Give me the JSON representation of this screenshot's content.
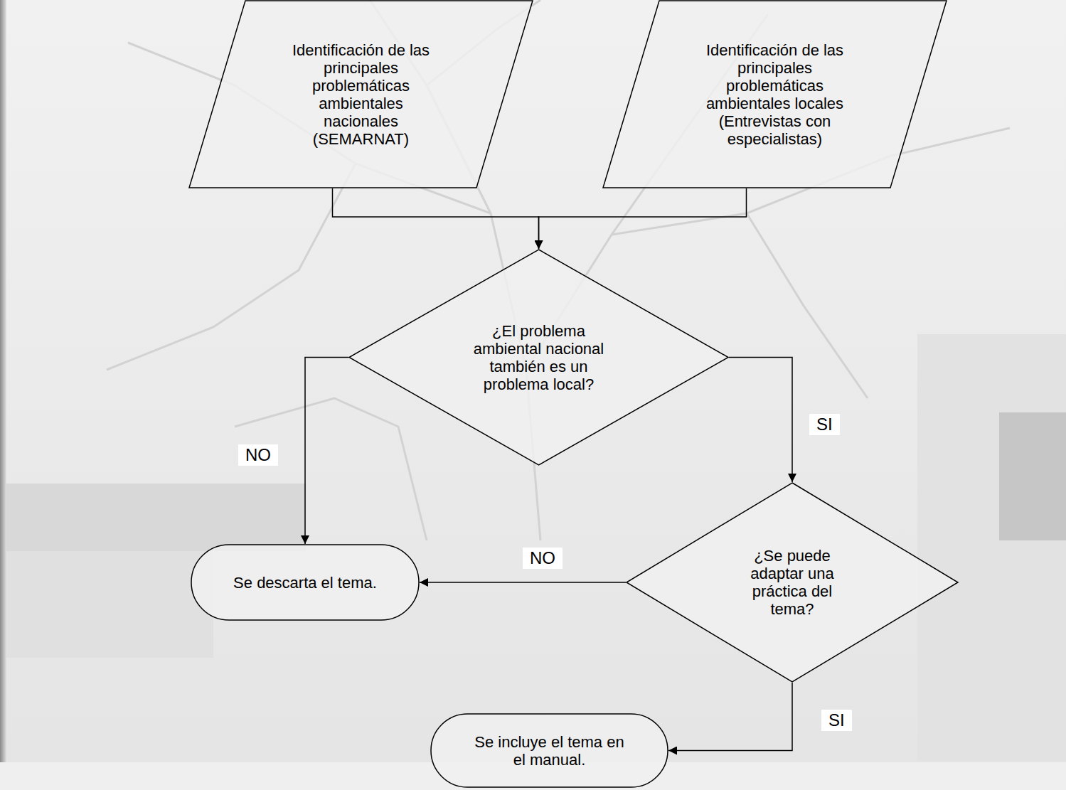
{
  "diagram": {
    "nodes": [
      {
        "text": [
          "Identificación de las principales problemáticas ambientales nacionales (SEMARNAT)"
        ]
      },
      {
        "text": [
          "Identificación de las principales problemáticas ambientales locales (Entrevistas con especialistas)"
        ]
      },
      {
        "text": [
          "¿El problema ambiental nacional también es un problema local?"
        ]
      },
      {
        "text": [
          "¿Se puede adaptar una práctica del tema?"
        ]
      },
      {
        "text": [
          "Se descarta el tema."
        ]
      },
      {
        "text": [
          "Se incluye el tema en el manual."
        ]
      }
    ],
    "edges": [
      {
        "from": 0,
        "to": 2,
        "arrow": "to"
      },
      {
        "from": 1,
        "to": 2,
        "arrow": "to"
      },
      {
        "from": 2,
        "to": 4,
        "label": "NO",
        "arrow": "to"
      },
      {
        "from": 2,
        "to": 3,
        "label": "SI",
        "arrow": "to"
      },
      {
        "from": 3,
        "to": 4,
        "label": "NO",
        "arrow": "to"
      },
      {
        "from": 3,
        "to": 5,
        "label": "SI",
        "arrow": "to"
      }
    ]
  }
}
